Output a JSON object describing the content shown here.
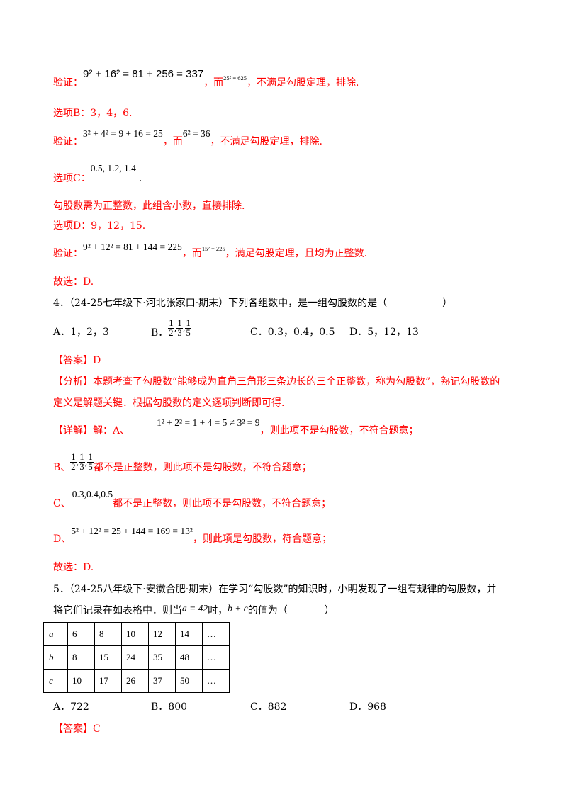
{
  "line1": {
    "label": "验证：",
    "eq": "9² + 16² = 81 + 256 = 337",
    "mid": "，而",
    "small": "25² = 625",
    "tail": "，不满足勾股定理，排除."
  },
  "line2": {
    "text": "选项B：3，4，6."
  },
  "line3": {
    "label": "验证：",
    "eq": "3² + 4² = 9 + 16 = 25",
    "mid": "，而",
    "eq2": "6² = 36",
    "tail": "，不满足勾股定理，排除."
  },
  "line4": {
    "label": "选项C：",
    "math": "0.5, 1.2, 1.4",
    "tail": "."
  },
  "line5": {
    "text": "勾股数需为正整数，此组含小数，直接排除."
  },
  "line6": {
    "text": "选项D：9，12，15."
  },
  "line7": {
    "label": "验证：",
    "eq": "9² + 12² = 81 + 144 = 225",
    "mid": "，而",
    "small": "15² = 225",
    "tail": "，满足勾股定理，且均为正整数."
  },
  "line8": {
    "text": "故选：D."
  },
  "q4": {
    "stem_a": "4．（24-25七年级下·河北张家口·期末）下列各组数中，是一组勾股数的是（",
    "stem_b": "）",
    "opt_a": "A．1，2，3",
    "opt_b_label": "B．",
    "opt_c": "C．0.3，0.4，0.5",
    "opt_d": "D．5，12，13",
    "answer": "【答案】D",
    "analysis_1": "【分析】本题考查了勾股数“能够成为直角三角形三条边长的三个正整数，称为勾股数”，熟记勾股数的",
    "analysis_2": "定义是解题关键．根据勾股数的定义逐项判断即可得.",
    "detail_a_label": "【详解】解：A、",
    "detail_a_eq": "1² + 2² = 1 + 4 = 5 ≠ 3² = 9",
    "detail_a_tail": "，则此项不是勾股数，不符合题意；",
    "detail_b_label": "B、",
    "detail_b_tail": "都不是正整数，则此项不是勾股数，不符合题意；",
    "detail_c_label": "C、",
    "detail_c_math": "0.3,0.4,0.5",
    "detail_c_tail": "都不是正整数，则此项不是勾股数，不符合题意；",
    "detail_d_label": "D、",
    "detail_d_eq": "5² + 12² = 25 + 144 = 169 = 13²",
    "detail_d_tail": "，则此项是勾股数，符合题意；",
    "conclusion": "故选：D."
  },
  "q5": {
    "stem_1": "5．（24-25八年级下·安徽合肥·期末）在学习“勾股数”的知识时，小明发现了一组有规律的勾股数，并",
    "stem_2a": "将它们记录在如表格中．则当",
    "stem_2_math": "a = 42",
    "stem_2b": "时，",
    "stem_2_math2": "b + c",
    "stem_2c": "的值为（",
    "stem_2d": "）",
    "table": [
      [
        "a",
        "6",
        "8",
        "10",
        "12",
        "14",
        "…"
      ],
      [
        "b",
        "8",
        "15",
        "24",
        "35",
        "48",
        "…"
      ],
      [
        "c",
        "10",
        "17",
        "26",
        "37",
        "50",
        "…"
      ]
    ],
    "opt_a": "A．722",
    "opt_b": "B．800",
    "opt_c": "C．882",
    "opt_d": "D．968",
    "answer": "【答案】C"
  },
  "fractions": [
    {
      "num": "1",
      "den": "2"
    },
    {
      "num": "1",
      "den": "3"
    },
    {
      "num": "1",
      "den": "5"
    }
  ],
  "colors": {
    "answer_text": "#ff0000",
    "body_text": "#000000"
  }
}
